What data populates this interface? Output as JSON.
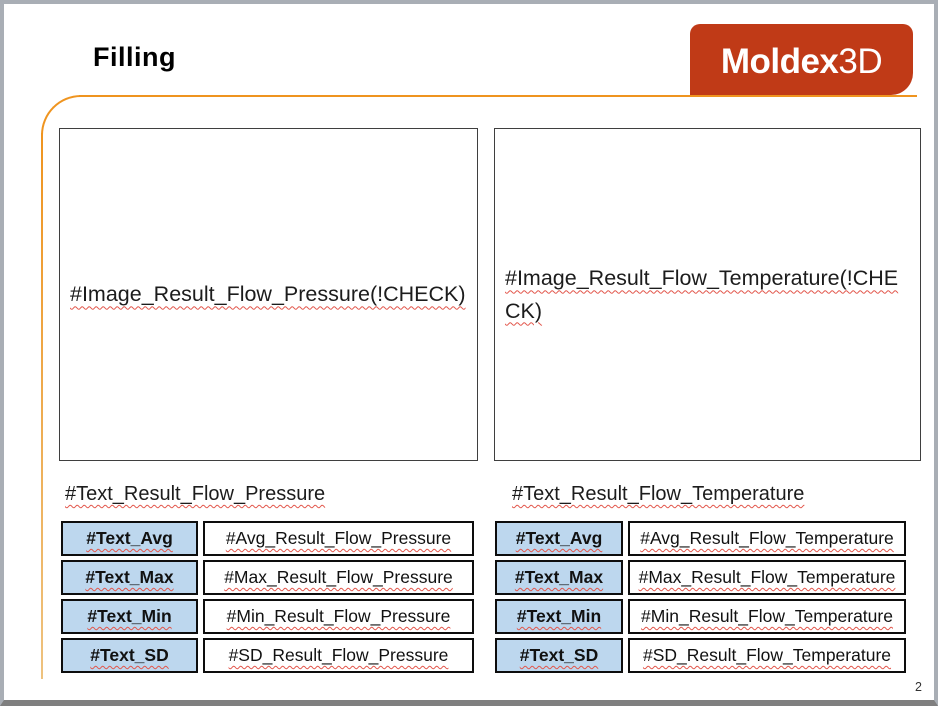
{
  "slide": {
    "title": "Filling",
    "page_number": "2",
    "logo": {
      "brand_bold": "Moldex",
      "brand_light": "3D"
    },
    "colors": {
      "logo_red": "#c03a17",
      "accent_orange": "#ef941f",
      "table_label_blue": "#bdd7ee"
    }
  },
  "panels": {
    "pressure": {
      "image_placeholder": "#Image_Result_Flow_Pressure(!CHECK)",
      "table_title": "#Text_Result_Flow_Pressure",
      "table": {
        "rows": [
          {
            "label": "#Text_Avg",
            "value": "#Avg_Result_Flow_Pressure"
          },
          {
            "label": "#Text_Max",
            "value": "#Max_Result_Flow_Pressure"
          },
          {
            "label": "#Text_Min",
            "value": "#Min_Result_Flow_Pressure"
          },
          {
            "label": "#Text_SD",
            "value": "#SD_Result_Flow_Pressure"
          }
        ]
      }
    },
    "temperature": {
      "image_placeholder": "#Image_Result_Flow_Temperature(!CHECK)",
      "table_title": "#Text_Result_Flow_Temperature",
      "table": {
        "rows": [
          {
            "label": "#Text_Avg",
            "value": "#Avg_Result_Flow_Temperature"
          },
          {
            "label": "#Text_Max",
            "value": "#Max_Result_Flow_Temperature"
          },
          {
            "label": "#Text_Min",
            "value": "#Min_Result_Flow_Temperature"
          },
          {
            "label": "#Text_SD",
            "value": "#SD_Result_Flow_Temperature"
          }
        ]
      }
    }
  }
}
